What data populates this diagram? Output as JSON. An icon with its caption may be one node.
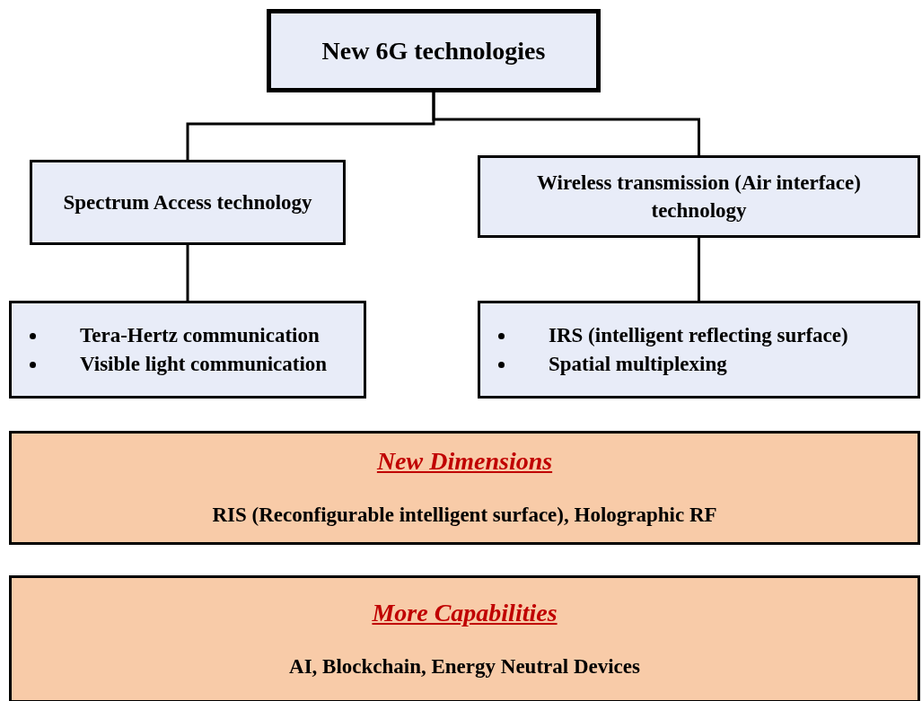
{
  "diagram": {
    "nodes": [
      {
        "text": [
          "New 6G technologies"
        ]
      },
      {
        "text": [
          "Spectrum Access technology"
        ]
      },
      {
        "text": [
          "Wireless transmission (Air interface) technology"
        ]
      },
      {
        "text": [
          "Tera-Hertz communication",
          "Visible light communication"
        ]
      },
      {
        "text": [
          "IRS (intelligent reflecting surface)",
          "Spatial multiplexing"
        ]
      },
      {
        "text": [
          "New Dimensions",
          "RIS (Reconfigurable intelligent surface), Holographic RF"
        ]
      },
      {
        "text": [
          "More Capabilities",
          "AI, Blockchain, Energy Neutral Devices"
        ]
      }
    ],
    "edges": [
      {
        "from": 0,
        "to": 1,
        "arrow": "none"
      },
      {
        "from": 0,
        "to": 2,
        "arrow": "none"
      },
      {
        "from": 1,
        "to": 3,
        "arrow": "none"
      },
      {
        "from": 2,
        "to": 4,
        "arrow": "none"
      }
    ]
  }
}
